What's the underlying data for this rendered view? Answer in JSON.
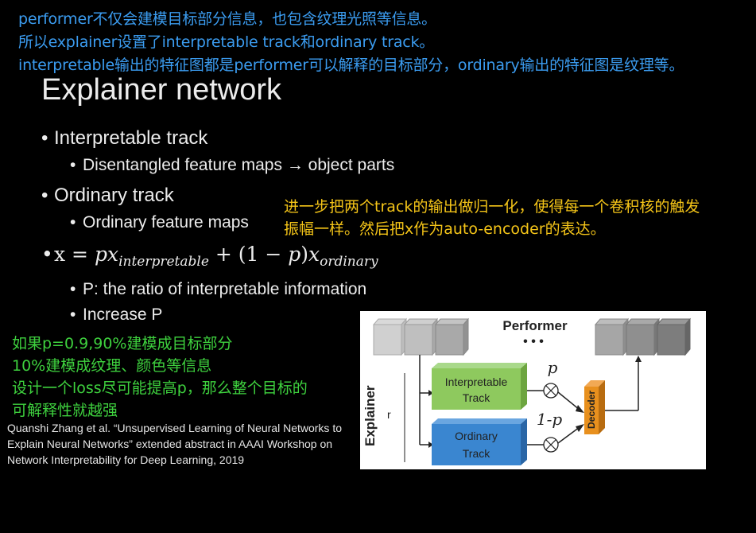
{
  "notes_blue": [
    "performer不仅会建模目标部分信息，也包含纹理光照等信息。",
    "所以explainer设置了interpretable track和ordinary track。",
    "interpretable输出的特征图都是performer可以解释的目标部分，ordinary输出的特征图是纹理等。"
  ],
  "slide": {
    "title": "Explainer network",
    "bullets": {
      "interpretable_track": "Interpretable track",
      "disentangled": "Disentangled feature maps → object parts",
      "ordinary_track": "Ordinary track",
      "ordinary_maps": "Ordinary feature maps",
      "formula_x": "x",
      "formula_eq": " = ",
      "formula_p1": "px",
      "formula_sub1": "interpretable",
      "formula_mid": " + (1 − ",
      "formula_p2": "p",
      "formula_close": ")",
      "formula_x2": "x",
      "formula_sub2": "ordinary",
      "ratio": "P: the ratio of interpretable information",
      "increase": "Increase P"
    }
  },
  "note_yellow": [
    "进一步把两个track的输出做归一化，使得每一个卷积核的触发",
    "振幅一样。然后把x作为auto-encoder的表达。"
  ],
  "notes_green": [
    "如果p=0.9,90%建模成目标部分",
    "10%建模成纹理、颜色等信息",
    "设计一个loss尽可能提高p，那么整个目标的",
    "可解释性就越强"
  ],
  "citation": "Quanshi Zhang et al.   “Unsupervised Learning of Neural Networks to Explain Neural Networks”   extended abstract in AAAI Workshop on Network Interpretability for Deep Learning, 2019",
  "diagram": {
    "performer": "Performer",
    "dots": "• • •",
    "explainer": "Explainer",
    "interpretable_l1": "Interpretable",
    "interpretable_l2": "Track",
    "ordinary_l1": "Ordinary",
    "ordinary_l2": "Track",
    "p_label": "p",
    "one_minus_p": "1-p",
    "decoder": "Decoder",
    "colors": {
      "interpretable": "#8ec95e",
      "ordinary": "#3a86d0",
      "decoder": "#e8901e",
      "feature": "#bfbfbf"
    }
  }
}
